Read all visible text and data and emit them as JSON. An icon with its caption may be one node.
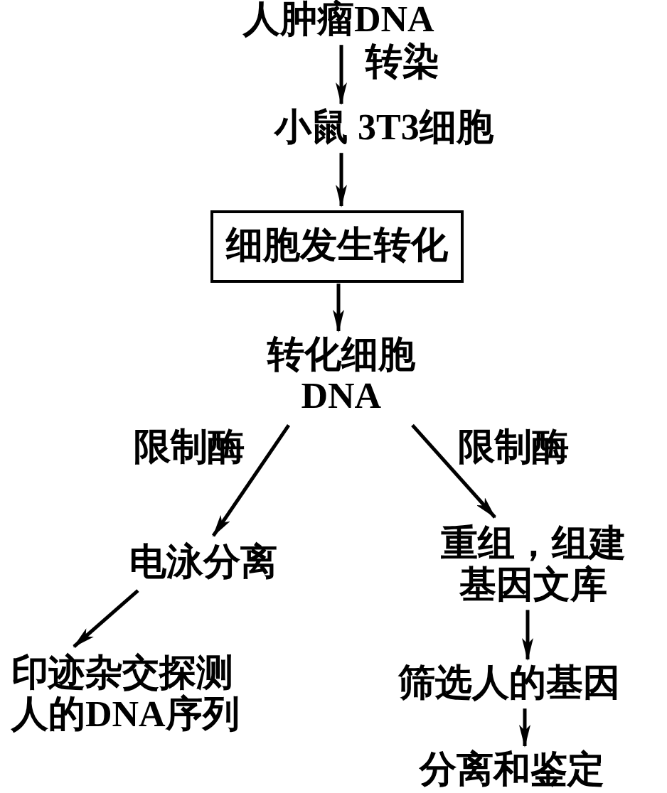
{
  "diagram": {
    "nodes": [
      {
        "text": [
          "人肿瘤DNA"
        ]
      },
      {
        "text": [
          "小鼠 3T3细胞"
        ]
      },
      {
        "text": [
          "细胞发生转化"
        ]
      },
      {
        "text": [
          "转化细胞DNA"
        ]
      },
      {
        "text": [
          "电泳分离"
        ]
      },
      {
        "text": [
          "印迹杂交探测人的DNA序列"
        ]
      },
      {
        "text": [
          "重组，组建基因文库"
        ]
      },
      {
        "text": [
          "筛选人的基因"
        ]
      },
      {
        "text": [
          "分离和鉴定"
        ]
      }
    ],
    "edges": [
      {
        "from": 0,
        "to": 1,
        "arrow": "to",
        "label": "转染"
      },
      {
        "from": 1,
        "to": 2,
        "arrow": "to"
      },
      {
        "from": 2,
        "to": 3,
        "arrow": "to"
      },
      {
        "from": 3,
        "to": 4,
        "arrow": "to",
        "label": "限制酶"
      },
      {
        "from": 3,
        "to": 6,
        "arrow": "to",
        "label": "限制酶"
      },
      {
        "from": 4,
        "to": 5,
        "arrow": "to"
      },
      {
        "from": 6,
        "to": 7,
        "arrow": "to"
      },
      {
        "from": 7,
        "to": 8,
        "arrow": "to"
      }
    ]
  }
}
